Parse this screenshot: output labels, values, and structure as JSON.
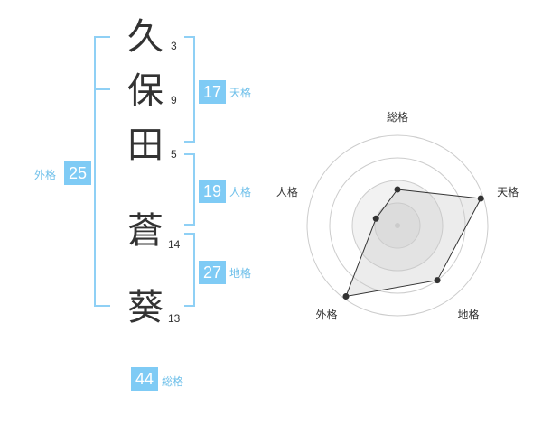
{
  "name": {
    "characters": [
      {
        "char": "久",
        "strokes": "3"
      },
      {
        "char": "保",
        "strokes": "9"
      },
      {
        "char": "田",
        "strokes": "5"
      },
      {
        "char": "蒼",
        "strokes": "14"
      },
      {
        "char": "葵",
        "strokes": "13"
      }
    ]
  },
  "fortunes": {
    "tenkaku": {
      "value": "17",
      "label": "天格"
    },
    "jinkaku": {
      "value": "19",
      "label": "人格"
    },
    "chikaku": {
      "value": "27",
      "label": "地格"
    },
    "gaikaku": {
      "value": "25",
      "label": "外格"
    },
    "soukaku": {
      "value": "44",
      "label": "総格"
    }
  },
  "colors": {
    "accent": "#7fcbf5",
    "accent_text": "#6fc0ea",
    "bracket": "#8fd0f5",
    "text": "#333333"
  },
  "chart_data": {
    "type": "radar",
    "axes": [
      "総格",
      "天格",
      "地格",
      "外格",
      "人格"
    ],
    "values": [
      0.4,
      0.97,
      0.75,
      0.97,
      0.25
    ],
    "range": [
      0,
      1
    ],
    "rings": 4
  }
}
